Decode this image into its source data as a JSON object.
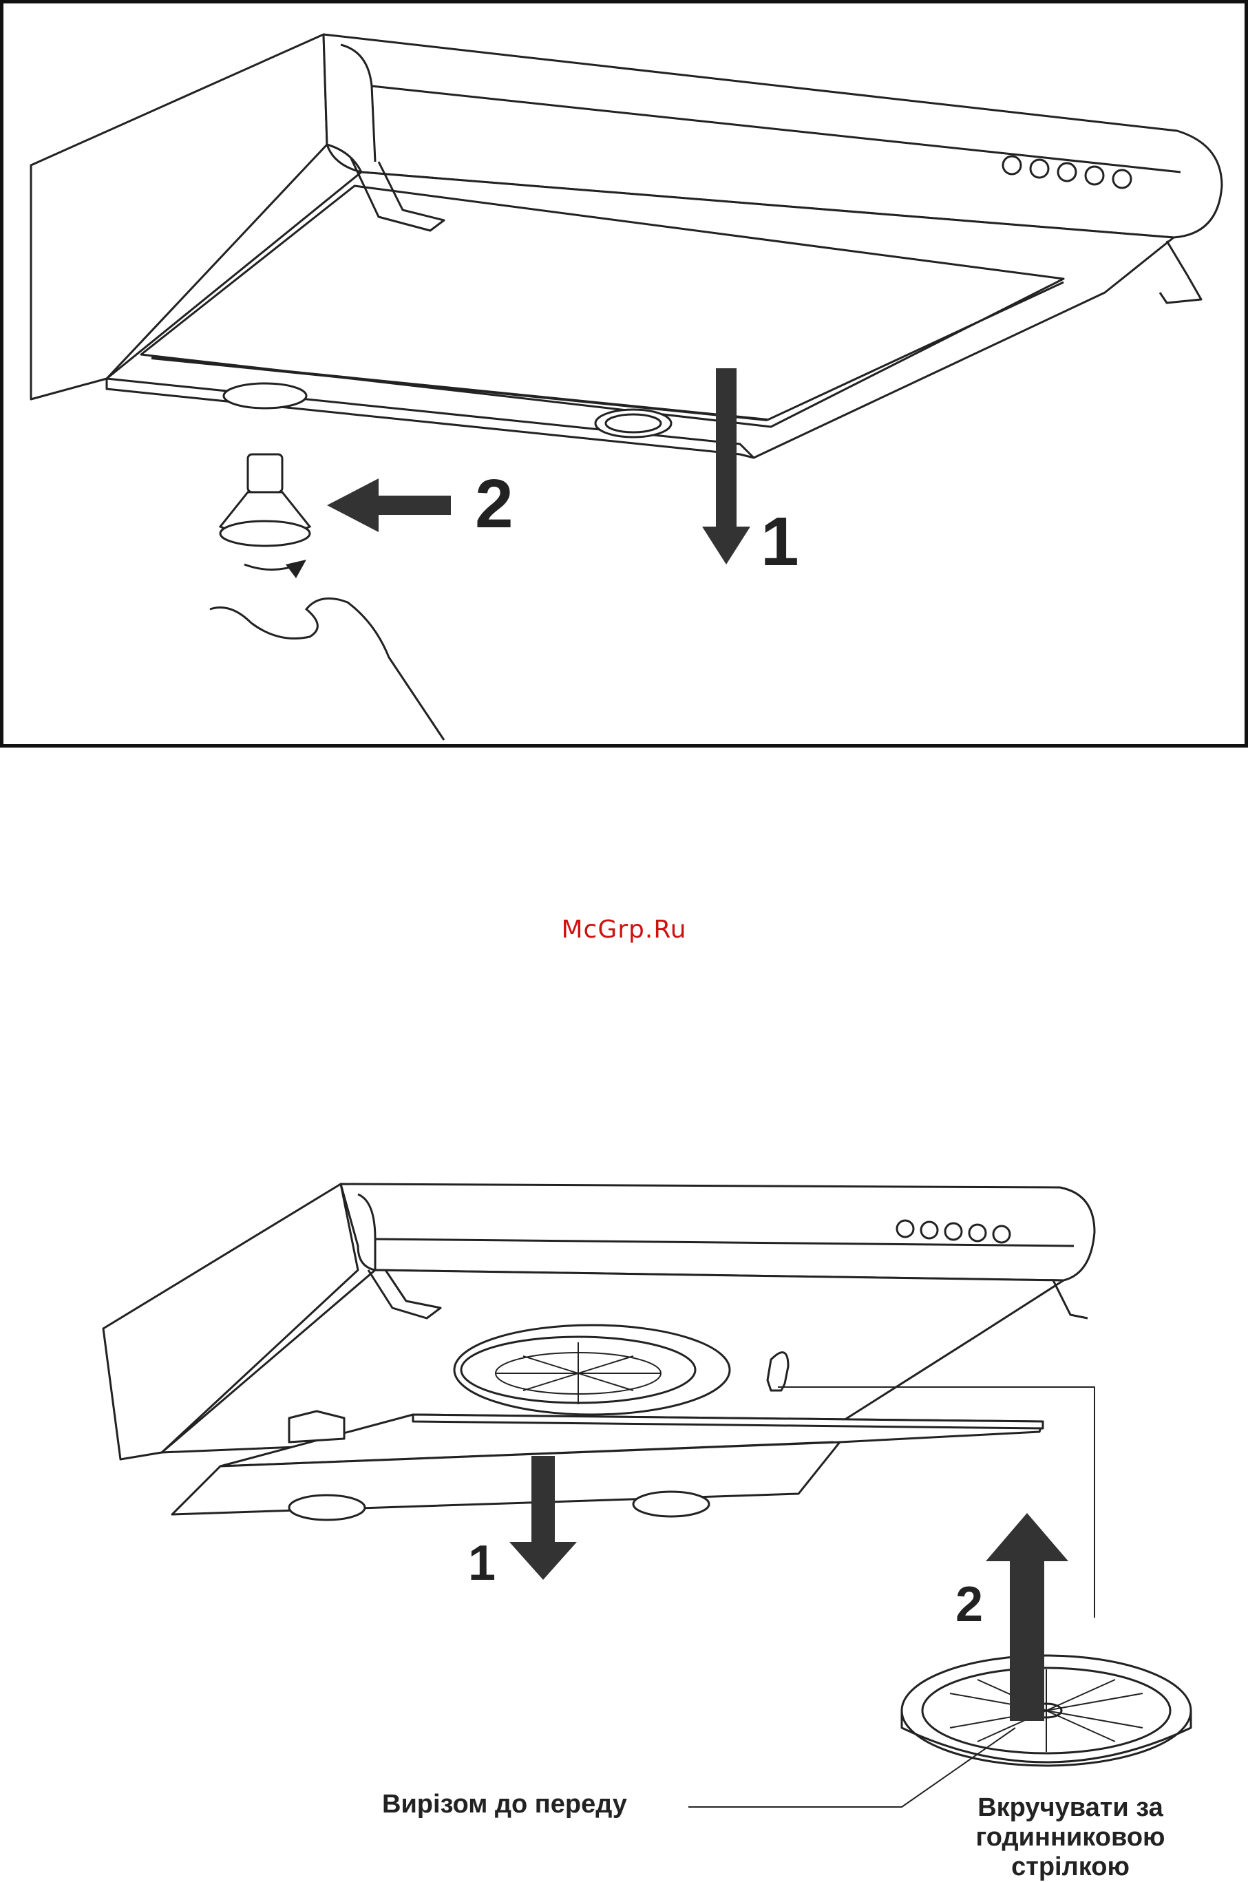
{
  "figure1": {
    "step1": "1",
    "step2": "2"
  },
  "watermark": "McGrp.Ru",
  "figure2": {
    "step1": "1",
    "step2": "2",
    "label_notch": "Вирізом до переду",
    "label_screw_line1": "Вкручувати за",
    "label_screw_line2": "годинниковою",
    "label_screw_line3": "стрілкою"
  }
}
